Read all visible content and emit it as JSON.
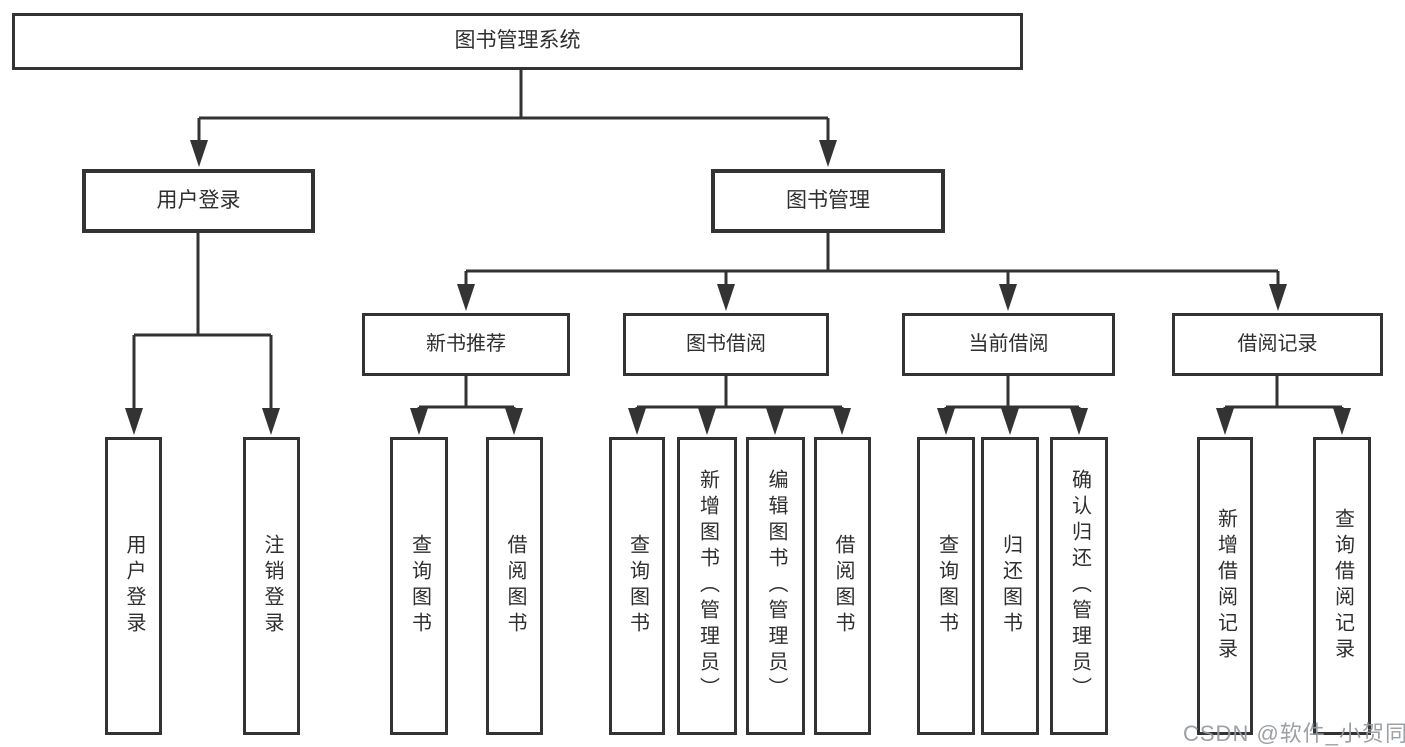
{
  "diagram_title": "图书管理系统",
  "tree": {
    "root": {
      "label": "图书管理系统"
    },
    "branches": [
      {
        "label": "用户登录",
        "children": [
          {
            "label": "用户登录"
          },
          {
            "label": "注销登录"
          }
        ]
      },
      {
        "label": "图书管理",
        "children": [
          {
            "label": "新书推荐",
            "children": [
              {
                "label": "查询图书"
              },
              {
                "label": "借阅图书"
              }
            ]
          },
          {
            "label": "图书借阅",
            "children": [
              {
                "label": "查询图书"
              },
              {
                "label": "新增图书（管理员）"
              },
              {
                "label": "编辑图书（管理员）"
              },
              {
                "label": "借阅图书"
              }
            ]
          },
          {
            "label": "当前借阅",
            "children": [
              {
                "label": "查询图书"
              },
              {
                "label": "归还图书"
              },
              {
                "label": "确认归还（管理员）"
              }
            ]
          },
          {
            "label": "借阅记录",
            "children": [
              {
                "label": "新增借阅记录"
              },
              {
                "label": "查询借阅记录"
              }
            ]
          }
        ]
      }
    ]
  },
  "watermark": {
    "text": "CSDN @软件_小贺同学"
  },
  "colors": {
    "line": "#333333",
    "box_border": "#333333",
    "text": "#2f2f2f",
    "background": "#ffffff",
    "watermark": "#94999e"
  }
}
